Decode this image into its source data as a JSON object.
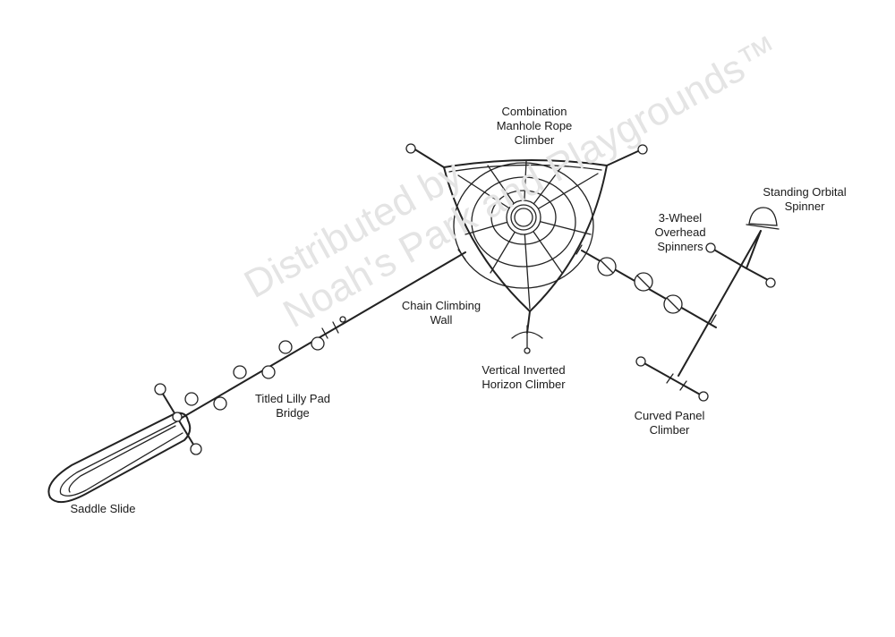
{
  "labels": {
    "combination": [
      "Combination",
      "Manhole Rope",
      "Climber"
    ],
    "standing": [
      "Standing Orbital",
      "Spinner"
    ],
    "wheel": [
      "3-Wheel",
      "Overhead",
      "Spinners"
    ],
    "chain": [
      "Chain Climbing",
      "Wall"
    ],
    "vertical": [
      "Vertical Inverted",
      "Horizon Climber"
    ],
    "lilly": [
      "Titled Lilly Pad",
      "Bridge"
    ],
    "curved": [
      "Curved Panel",
      "Climber"
    ],
    "saddle": [
      "Saddle Slide"
    ]
  },
  "watermark": {
    "line1": "Distributed by",
    "line2": "Noah's Park and Playgrounds™"
  }
}
